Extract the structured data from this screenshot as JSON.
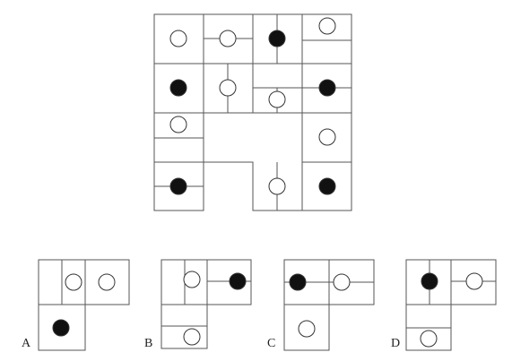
{
  "puzzle": {
    "question_grid": {
      "rows": 4,
      "cols": 4,
      "missing_region": "bottom-middle",
      "cells": [
        {
          "row": 0,
          "col": 0,
          "circle": "white",
          "lines": []
        },
        {
          "row": 0,
          "col": 1,
          "circle": "white",
          "lines": [
            "left-half-h",
            "right-half-h"
          ]
        },
        {
          "row": 0,
          "col": 2,
          "circle": "black",
          "lines": [
            "top-half-v",
            "bottom-half-v"
          ]
        },
        {
          "row": 0,
          "col": 3,
          "circle": "white",
          "lines": [
            "lower-h"
          ]
        },
        {
          "row": 1,
          "col": 0,
          "circle": "black",
          "lines": []
        },
        {
          "row": 1,
          "col": 1,
          "circle": "white",
          "lines": [
            "top-half-v",
            "bottom-half-v"
          ]
        },
        {
          "row": 1,
          "col": 2,
          "circle": "white",
          "lines": [
            "upper-h",
            "center-v-bottom"
          ]
        },
        {
          "row": 1,
          "col": 3,
          "circle": "black",
          "lines": [
            "left-half-h",
            "right-half-h"
          ]
        },
        {
          "row": 2,
          "col": 0,
          "circle": "white",
          "lines": [
            "lower-h"
          ]
        },
        {
          "row": 2,
          "col": 3,
          "circle": "white",
          "lines": []
        },
        {
          "row": 3,
          "col": 0,
          "circle": "black",
          "lines": [
            "upper-h",
            "left-half-h"
          ]
        },
        {
          "row": 3,
          "col": 2,
          "circle": "white",
          "lines": [
            "top-half-v",
            "bottom-half-v"
          ]
        },
        {
          "row": 3,
          "col": 3,
          "circle": "black",
          "lines": []
        }
      ]
    },
    "options": [
      {
        "label": "A",
        "circles": [
          "white",
          "white",
          "black"
        ]
      },
      {
        "label": "B",
        "circles": [
          "white",
          "black",
          "white"
        ]
      },
      {
        "label": "C",
        "circles": [
          "black",
          "white",
          "white"
        ]
      },
      {
        "label": "D",
        "circles": [
          "black",
          "white",
          "white"
        ]
      }
    ],
    "colors": {
      "line": "#555555",
      "black_circle": "#111111",
      "white_circle": "#ffffff"
    }
  }
}
